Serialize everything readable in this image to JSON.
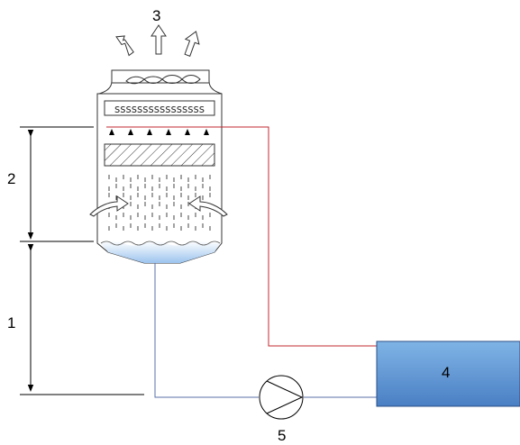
{
  "labels": {
    "dim_lower": "1",
    "dim_upper": "2",
    "exhaust": "3",
    "load": "4",
    "pump": "5"
  },
  "colors": {
    "hot_line": "#c0282f",
    "cold_line": "#5a6fa8",
    "load_fill_top": "#7fb4e6",
    "load_fill_bottom": "#4a7fc4",
    "basin_water": "#9cc3ee"
  },
  "icons": [
    "fan-icon",
    "exhaust-arrow-icon",
    "air-inlet-arrow-icon",
    "spray-nozzle-icon",
    "pump-icon",
    "dimension-arrow-icon"
  ]
}
